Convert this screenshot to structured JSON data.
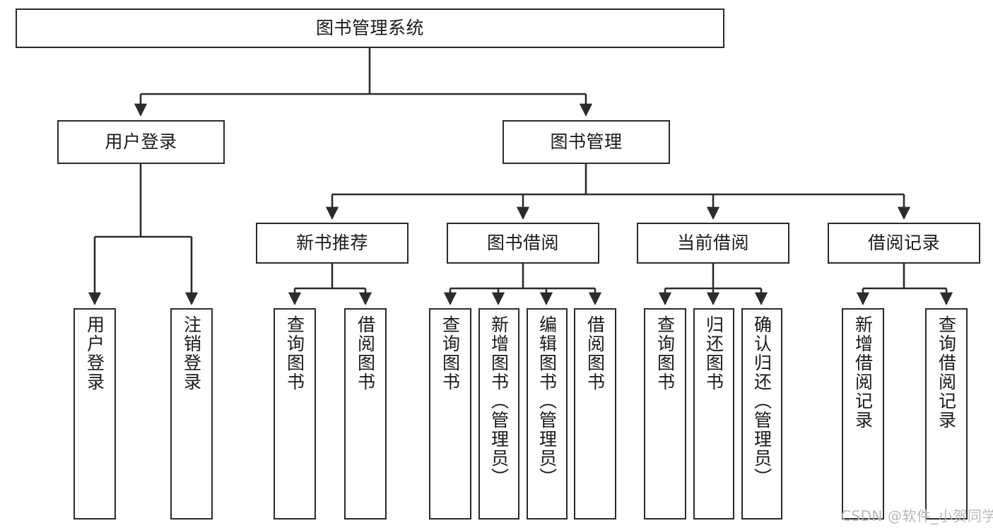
{
  "diagram": {
    "title": "图书管理系统",
    "type": "hierarchy-tree",
    "background_color": "#ffffff",
    "box_border_color": "#2b2b2b",
    "text_color": "#1a1a1a",
    "levels": 4,
    "nodes": {
      "root": {
        "label": "图书管理系统"
      },
      "level2": [
        {
          "label": "用户登录"
        },
        {
          "label": "图书管理"
        }
      ],
      "level3": [
        {
          "label": "新书推荐"
        },
        {
          "label": "图书借阅"
        },
        {
          "label": "当前借阅"
        },
        {
          "label": "借阅记录"
        }
      ],
      "leaves_user_login": [
        {
          "label": "用户登录"
        },
        {
          "label": "注销登录"
        }
      ],
      "leaves_new_book": [
        {
          "label": "查询图书"
        },
        {
          "label": "借阅图书"
        }
      ],
      "leaves_borrow": [
        {
          "label": "查询图书"
        },
        {
          "label": "新增图书（管理员）"
        },
        {
          "label": "编辑图书（管理员）"
        },
        {
          "label": "借阅图书"
        }
      ],
      "leaves_current": [
        {
          "label": "查询图书"
        },
        {
          "label": "归还图书"
        },
        {
          "label": "确认归还（管理员）"
        }
      ],
      "leaves_record": [
        {
          "label": "新增借阅记录"
        },
        {
          "label": "查询借阅记录"
        }
      ]
    }
  },
  "watermark": {
    "text": "CSDN @软件_小贺同学",
    "color": "#b8b8b8"
  }
}
